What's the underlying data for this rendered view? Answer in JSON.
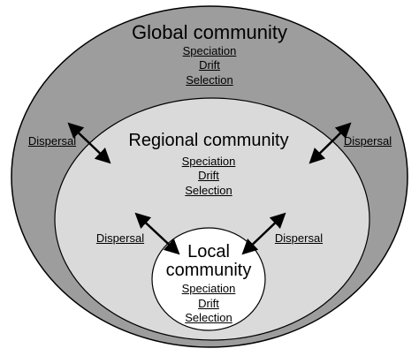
{
  "colors": {
    "global_fill": "#9d9d9d",
    "regional_fill": "#dadada",
    "local_fill": "#ffffff",
    "stroke": "#000000"
  },
  "global": {
    "title": "Global community",
    "processes": [
      "Speciation",
      "Drift",
      "Selection"
    ]
  },
  "regional": {
    "title": "Regional community",
    "processes": [
      "Speciation",
      "Drift",
      "Selection"
    ]
  },
  "local": {
    "title_line1": "Local",
    "title_line2": "community",
    "processes": [
      "Speciation",
      "Drift",
      "Selection"
    ]
  },
  "dispersal": {
    "outer_left": "Dispersal",
    "outer_right": "Dispersal",
    "inner_left": "Dispersal",
    "inner_right": "Dispersal"
  }
}
